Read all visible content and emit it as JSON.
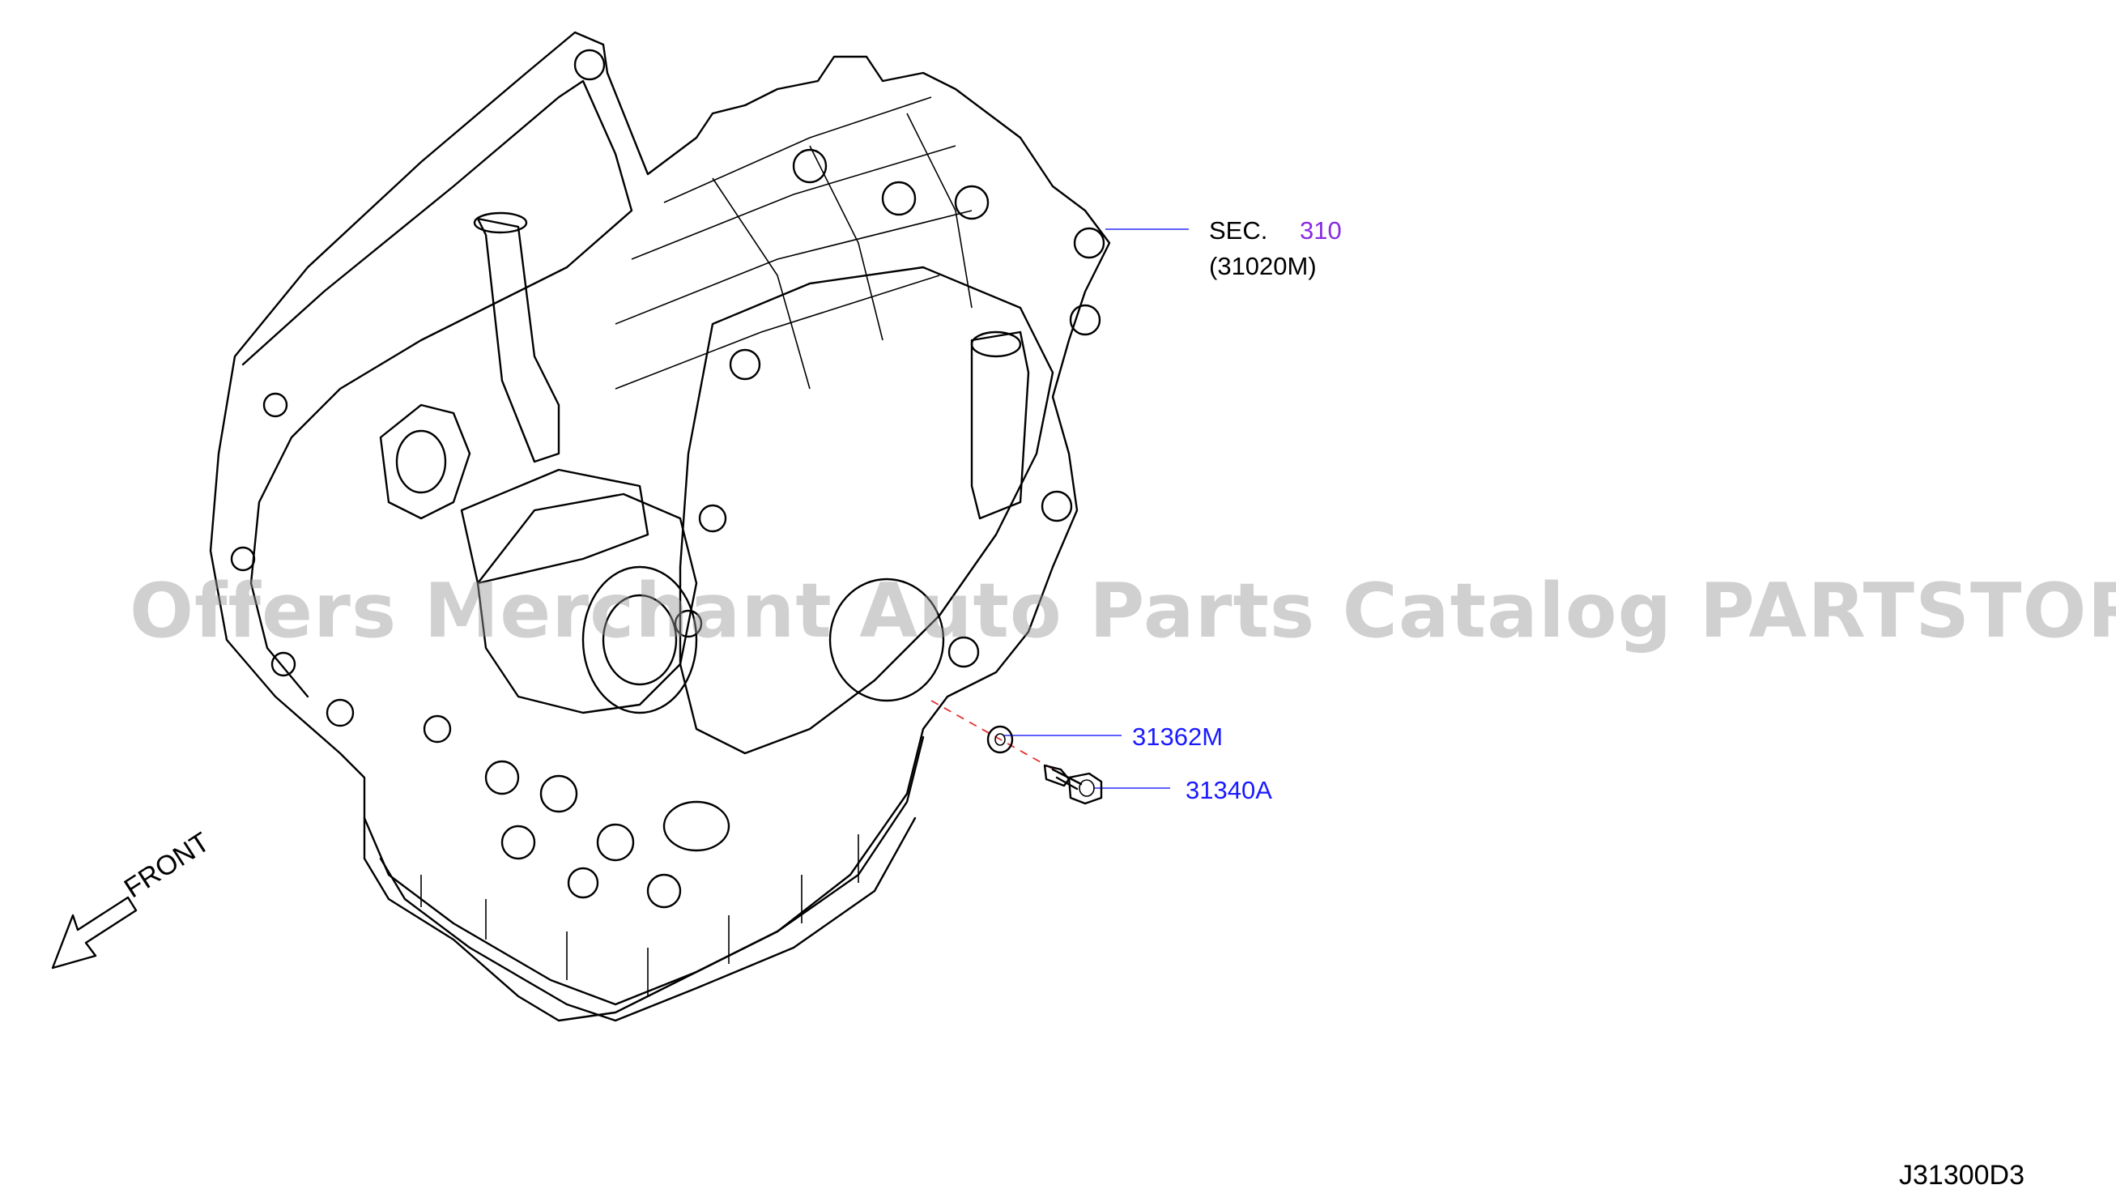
{
  "labels": {
    "sec_prefix": "SEC.",
    "sec_number": "310",
    "sec_part": "(31020M)",
    "part_washer": "31362M",
    "part_bolt": "31340A",
    "front": "FRONT",
    "diagram_code": "J31300D3"
  },
  "watermark": "Offers Merchant Auto Parts Catalog PARTSTORE.SA",
  "colors": {
    "part_number": "#1a1aff",
    "sec_number": "#8a2be2",
    "leader_blue": "#2b2bff",
    "leader_red": "#e03030",
    "line": "#000000"
  }
}
